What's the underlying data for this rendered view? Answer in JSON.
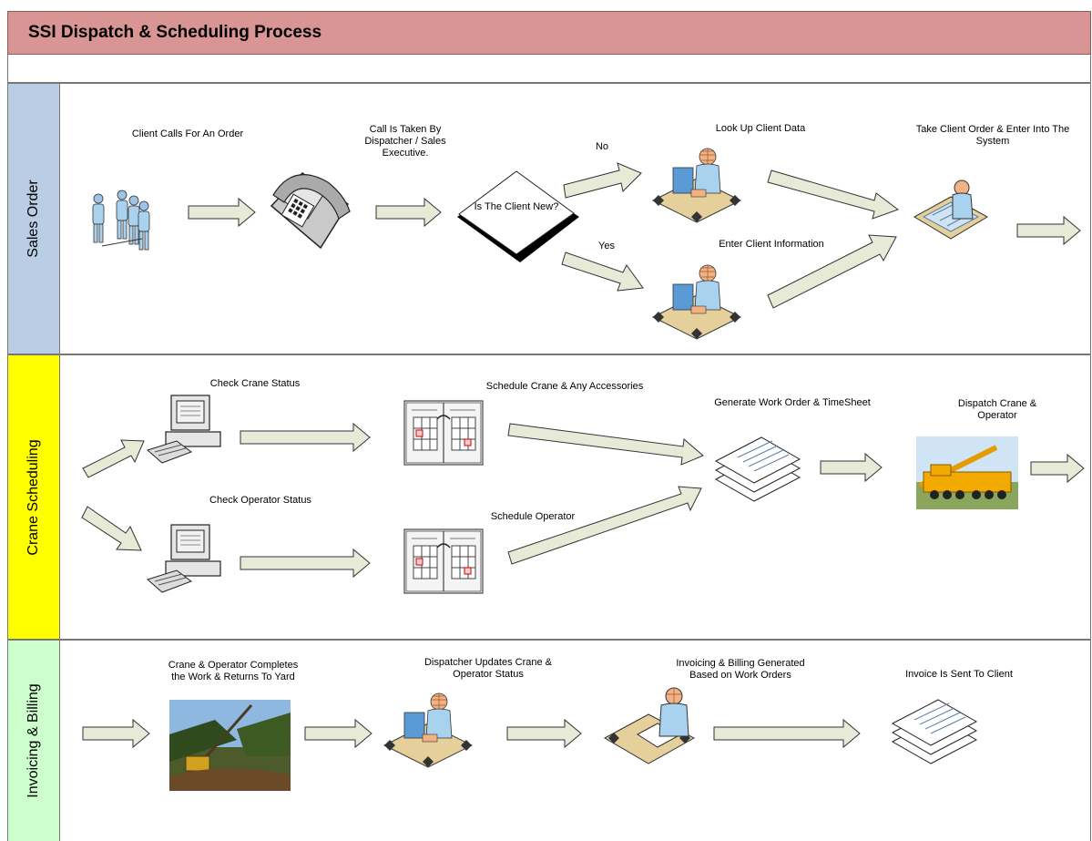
{
  "title": "SSI Dispatch & Scheduling Process",
  "lanes": {
    "sales": "Sales Order",
    "crane": "Crane Scheduling",
    "invoice": "Invoicing & Billing"
  },
  "sales": {
    "client_calls": "Client Calls For An Order",
    "call_taken": "Call Is Taken By Dispatcher / Sales Executive.",
    "decision": "Is The Client New?",
    "branch_no": "No",
    "branch_yes": "Yes",
    "lookup": "Look Up Client Data",
    "enter_info": "Enter Client Information",
    "take_order": "Take Client Order & Enter Into The System"
  },
  "crane": {
    "check_crane": "Check Crane Status",
    "check_operator": "Check Operator Status",
    "schedule_crane": "Schedule Crane & Any Accessories",
    "schedule_operator": "Schedule Operator",
    "work_order": "Generate Work Order & TimeSheet",
    "dispatch": "Dispatch Crane & Operator"
  },
  "invoice": {
    "completes": "Crane & Operator Completes the Work & Returns To Yard",
    "updates": "Dispatcher Updates Crane & Operator Status",
    "billing": "Invoicing & Billing Generated Based on Work Orders",
    "sent": "Invoice Is Sent To Client"
  },
  "colors": {
    "title_bar": "#d99594",
    "sales_lane": "#b9cde5",
    "crane_lane": "#ffff00",
    "invoice_lane": "#ccffcc",
    "arrow_fill": "#e8ead8"
  }
}
